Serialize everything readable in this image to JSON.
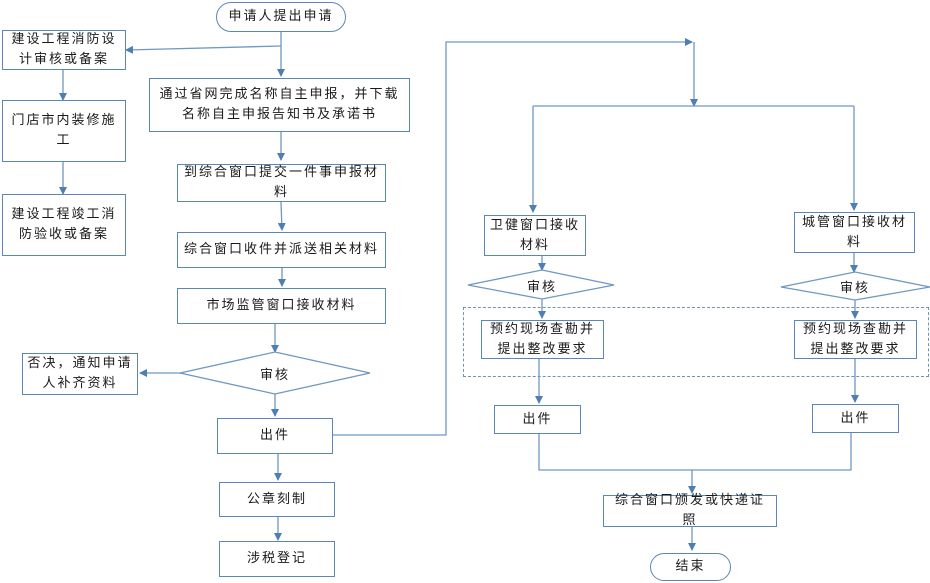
{
  "colors": {
    "line": "#5b87b5",
    "border": "#5b87b5",
    "text": "#1a1a1a"
  },
  "nodes": {
    "start": "申请人提出申请",
    "fire_design": "建设工程消防设计审核或备案",
    "renovation": "门店市内装修施工",
    "fire_acceptance": "建设工程竣工消防验收或备案",
    "name_declare": "通过省网完成名称自主申报，并下载名称自主申报告知书及承诺书",
    "submit_materials": "到综合窗口提交一件事申报材料",
    "dispatch": "综合窗口收件并派送相关材料",
    "market_receive": "市场监管窗口接收材料",
    "review_main": "审核",
    "reject": "否决，通知申请人补齐资料",
    "issue_main": "出件",
    "seal": "公章刻制",
    "tax": "涉税登记",
    "health_receive": "卫健窗口接收材料",
    "urban_receive": "城管窗口接收材料",
    "review_health": "审核",
    "review_urban": "审核",
    "inspect_health": "预约现场查勘并提出整改要求",
    "inspect_urban": "预约现场查勘并提出整改要求",
    "issue_health": "出件",
    "issue_urban": "出件",
    "deliver": "综合窗口颁发或快递证照",
    "end": "结束"
  }
}
